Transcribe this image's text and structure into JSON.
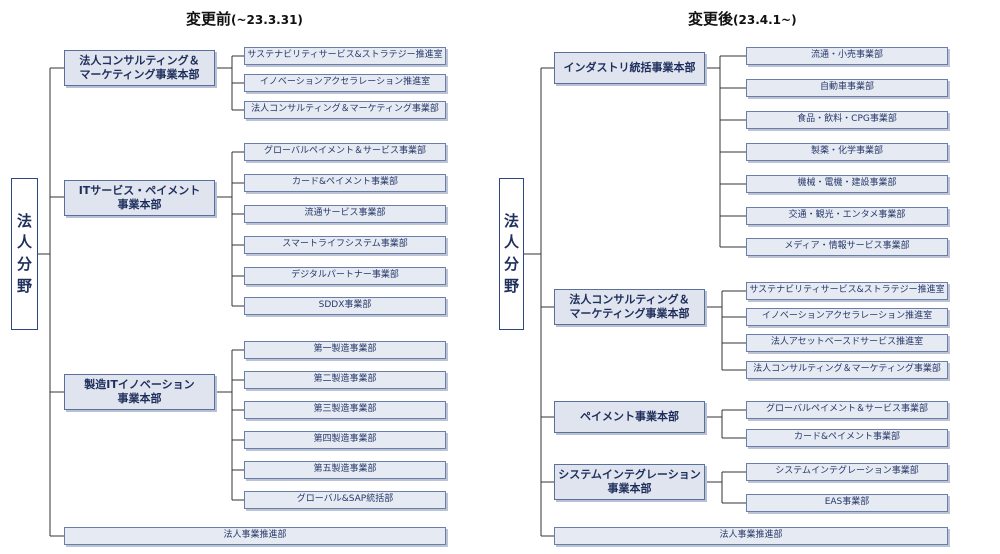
{
  "before": {
    "title": "変更前",
    "subtitle": "(~23.3.31)",
    "root": [
      "法",
      "人",
      "分",
      "野"
    ],
    "groups": [
      {
        "name": "法人コンサルティング＆\nマーケティング事業本部",
        "depts": [
          "サステナビリティサービス&ストラテジー推進室",
          "イノベーションアクセラレーション推進室",
          "法人コンサルティング＆マーケティング事業部"
        ]
      },
      {
        "name": "ITサービス・ペイメント\n事業本部",
        "depts": [
          "グローバルペイメント＆サービス事業部",
          "カード&ペイメント事業部",
          "流通サービス事業部",
          "スマートライフシステム事業部",
          "デジタルパートナー事業部",
          "SDDX事業部"
        ]
      },
      {
        "name": "製造ITイノベーション\n事業本部",
        "depts": [
          "第一製造事業部",
          "第二製造事業部",
          "第三製造事業部",
          "第四製造事業部",
          "第五製造事業部",
          "グローバル&SAP統括部"
        ]
      }
    ],
    "promo": "法人事業推進部"
  },
  "after": {
    "title": "変更後",
    "subtitle": "(23.4.1~)",
    "root": [
      "法",
      "人",
      "分",
      "野"
    ],
    "groups": [
      {
        "name": "インダストリ統括事業本部",
        "depts": [
          "流通・小売事業部",
          "自動車事業部",
          "食品・飲料・CPG事業部",
          "製薬・化学事業部",
          "機械・電機・建設事業部",
          "交通・観光・エンタメ事業部",
          "メディア・情報サービス事業部"
        ]
      },
      {
        "name": "法人コンサルティング＆\nマーケティング事業本部",
        "depts": [
          "サステナビリティサービス&ストラテジー推進室",
          "イノベーションアクセラレーション推進室",
          "法人アセットベースドサービス推進室",
          "法人コンサルティング＆マーケティング事業部"
        ]
      },
      {
        "name": "ペイメント事業本部",
        "depts": [
          "グローバルペイメント＆サービス事業部",
          "カード&ペイメント事業部"
        ]
      },
      {
        "name": "システムインテグレーション\n事業本部",
        "depts": [
          "システムインテグレーション事業部",
          "EAS事業部"
        ]
      }
    ],
    "promo": "法人事業推進部"
  }
}
